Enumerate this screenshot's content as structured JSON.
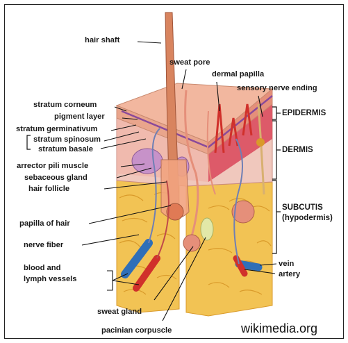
{
  "labels": {
    "hair_shaft": "hair shaft",
    "sweat_pore": "sweat pore",
    "dermal_papilla": "dermal papilla",
    "sensory_nerve_ending": "sensory nerve ending",
    "stratum_corneum": "stratum corneum",
    "pigment_layer": "pigment layer",
    "stratum_germinativum": "stratum germinativum",
    "stratum_spinosum": "stratum spinosum",
    "stratum_basale": "stratum basale",
    "arrector_pili_muscle": "arrector pili muscle",
    "sebaceous_gland": "sebaceous gland",
    "hair_follicle": "hair follicle",
    "papilla_of_hair": "papilla of hair",
    "nerve_fiber": "nerve fiber",
    "blood_and": "blood and",
    "lymph_vessels": "lymph vessels",
    "sweat_gland": "sweat gland",
    "pacinian_corpuscle": "pacinian corpuscle",
    "vein": "vein",
    "artery": "artery"
  },
  "layers": {
    "epidermis": "EPIDERMIS",
    "dermis": "DERMIS",
    "subcutis": "SUBCUTIS",
    "hypodermis": "(hypodermis)"
  },
  "credit": "wikimedia.org",
  "colors": {
    "epidermis_top": "#f2b79f",
    "epidermis_side": "#e9a58c",
    "dermis": "#f0c8bd",
    "dermis_red": "#d9475a",
    "fat": "#f2c354",
    "fat_edge": "#d99a2a",
    "vein": "#2f6fb8",
    "artery": "#d0302b",
    "hair": "#d8845f",
    "gland": "#c792c9"
  }
}
